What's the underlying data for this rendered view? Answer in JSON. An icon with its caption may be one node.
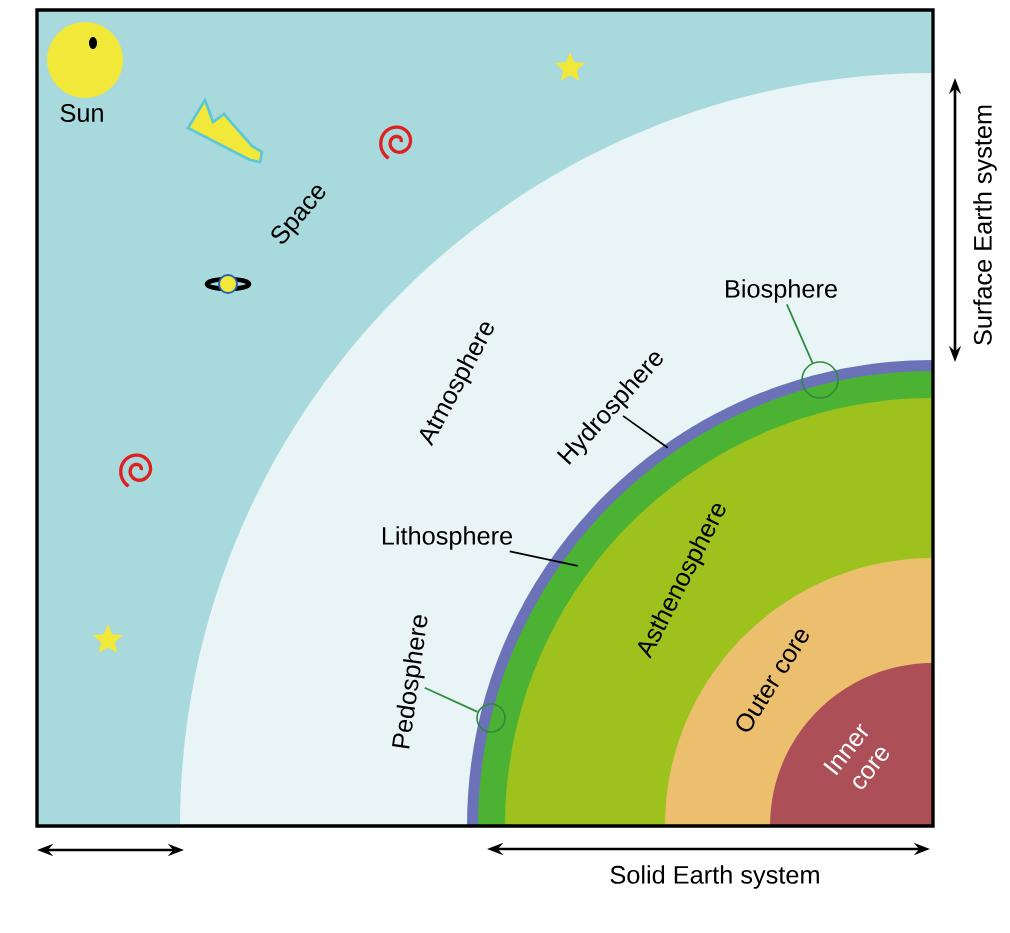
{
  "diagram": {
    "nodes": [
      {
        "text": [
          "Space"
        ]
      },
      {
        "text": [
          "Atmosphere"
        ],
        "in": 0
      },
      {
        "text": [
          "Hydrosphere"
        ],
        "in": 1
      },
      {
        "text": [],
        "shape": "band",
        "in": 1
      },
      {
        "text": [
          "Lithosphere"
        ],
        "in": 1
      },
      {
        "text": [],
        "shape": "band",
        "in": 3
      },
      {
        "text": [
          "Asthenosphere"
        ],
        "in": 5
      },
      {
        "text": [
          "Outer core"
        ],
        "in": 6
      },
      {
        "text": [
          "Inner core"
        ],
        "in": 7
      },
      {
        "text": [
          "Biosphere"
        ],
        "in": 1
      },
      {
        "text": [],
        "shape": "circle",
        "in": 3
      },
      {
        "text": [
          "Pedosphere"
        ],
        "in": 1
      },
      {
        "text": [],
        "shape": "circle",
        "in": 3
      }
    ],
    "edges": [
      {
        "from": 2,
        "to": 3,
        "arrow": "none",
        "color": "#000000"
      },
      {
        "from": 4,
        "to": 5,
        "arrow": "none",
        "color": "#000000"
      },
      {
        "from": 9,
        "to": 10,
        "arrow": "none",
        "color": "#2e8b3e"
      },
      {
        "from": 11,
        "to": 12,
        "arrow": "none",
        "color": "#2e8b3e"
      }
    ],
    "labels": [
      "Sun",
      "Surface Earth system",
      "Solid Earth system"
    ]
  }
}
